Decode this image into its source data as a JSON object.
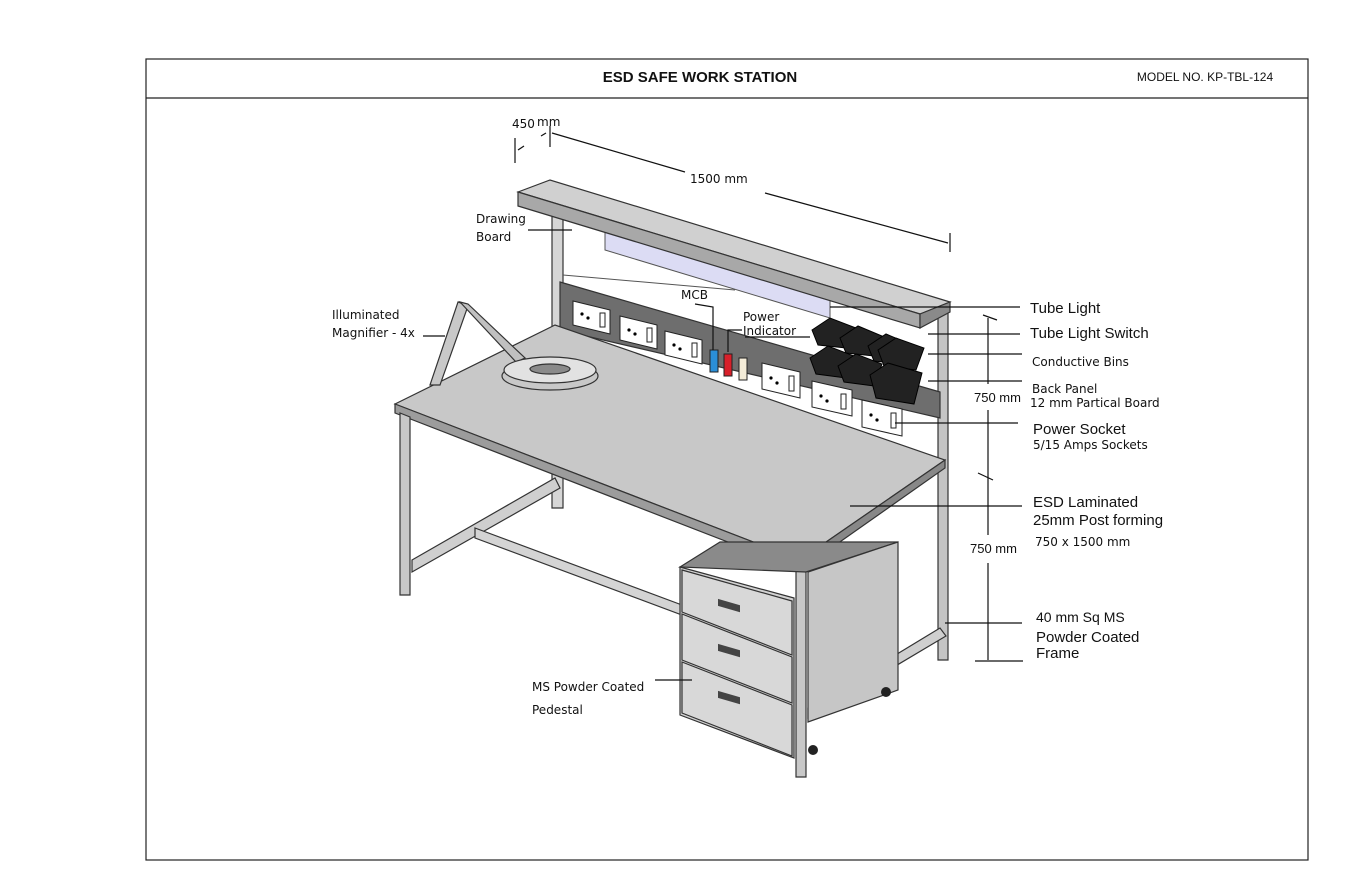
{
  "header": {
    "title": "ESD SAFE WORK STATION",
    "model": "MODEL NO. KP-TBL-124"
  },
  "dimensions": {
    "depth": "450",
    "depth_unit": "mm",
    "width": "1500 mm",
    "upper_height": "750 mm",
    "lower_height": "750 mm"
  },
  "labels": {
    "drawing_board": [
      "Drawing",
      "Board"
    ],
    "magnifier": [
      "Illuminated",
      "Magnifier - 4x"
    ],
    "mcb": "MCB",
    "power_indicator": [
      "Power",
      "Indicator"
    ],
    "tube_light": "Tube Light",
    "tube_light_switch": "Tube Light Switch",
    "conductive_bins": "Conductive Bins",
    "back_panel": [
      "Back Panel",
      "12 mm Partical Board"
    ],
    "power_socket": [
      "Power Socket",
      "5/15 Amps Sockets"
    ],
    "esd_laminated": [
      "ESD Laminated",
      "25mm Post forming",
      "750 x 1500 mm"
    ],
    "frame": [
      "40 mm Sq MS",
      "Powder Coated",
      "Frame"
    ],
    "pedestal": [
      "MS Powder Coated",
      "Pedestal"
    ]
  },
  "colors": {
    "panel": "#6e6e6e",
    "surface": "#c8c8c8",
    "tube_light": "#dcdcf4",
    "mcb_blue": "#2a8fd8",
    "mcb_red": "#d8202a",
    "bins": "#222222"
  }
}
